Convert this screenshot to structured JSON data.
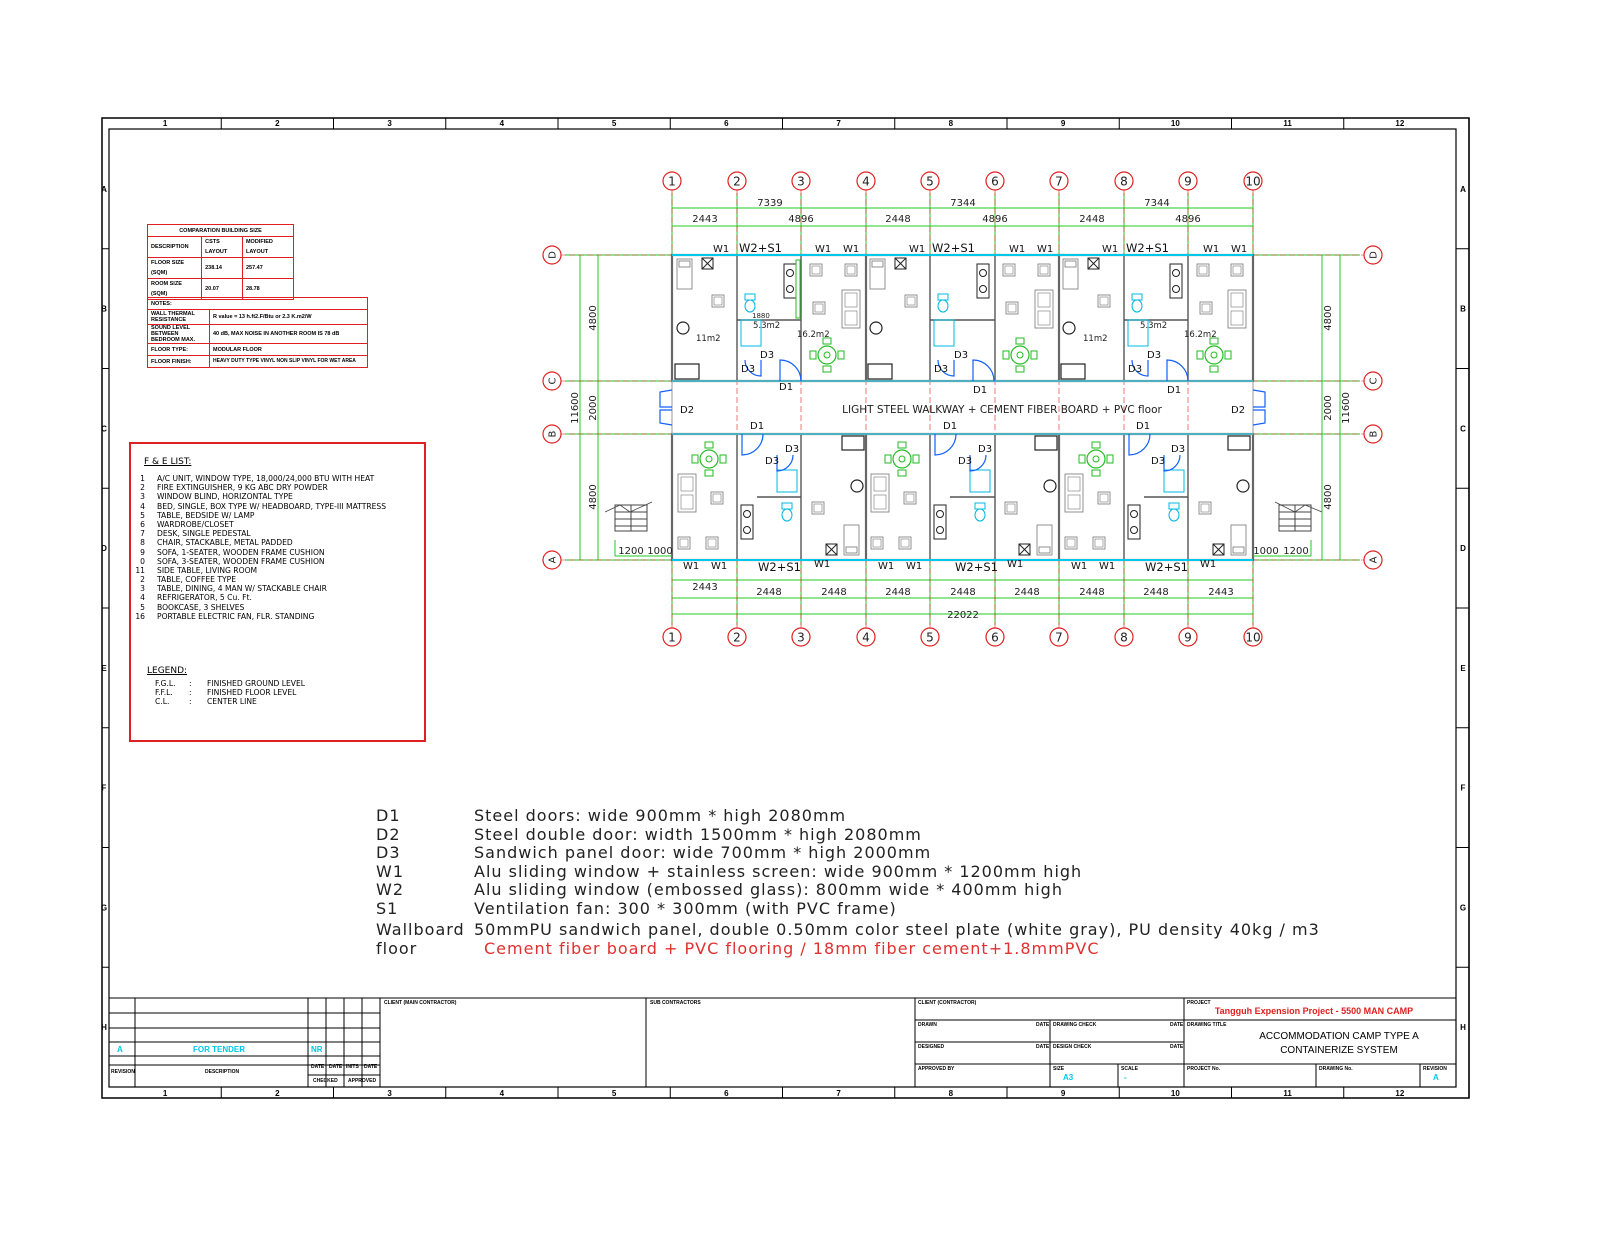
{
  "border": {
    "columns": [
      "1",
      "2",
      "3",
      "4",
      "5",
      "6",
      "7",
      "8",
      "9",
      "10",
      "11",
      "12"
    ],
    "rows": [
      "A",
      "B",
      "C",
      "D",
      "E",
      "F",
      "G",
      "H"
    ]
  },
  "comparation_table": {
    "title": "COMPARATION BUILDING SIZE",
    "headers": [
      "DESCRIPTION",
      "CSTS LAYOUT",
      "MODIFIED LAYOUT"
    ],
    "rows": [
      [
        "FLOOR SIZE (SQM)",
        "238.14",
        "257.47"
      ],
      [
        "ROOM SIZE (SQM)",
        "20.07",
        "28.78"
      ]
    ]
  },
  "notes_table": {
    "title": "NOTES:",
    "rows": [
      [
        "WALL THERMAL RESISTANCE",
        "R value = 13 h.ft2.F/Btu or 2.3 K.m2/W"
      ],
      [
        "SOUND LEVEL BETWEEN BEDROOM MAX.",
        "40 dB, MAX NOISE IN ANOTHER ROOM IS 78 dB"
      ],
      [
        "FLOOR TYPE:",
        "MODULAR FLOOR"
      ],
      [
        "FLOOR FINISH:",
        "HEAVY DUTY TYPE VINYL NON SLIP VINYL FOR WET AREA"
      ]
    ]
  },
  "fe_list": {
    "title": "F & E LIST:",
    "items": [
      {
        "num": "1",
        "text": "A/C UNIT, WINDOW TYPE, 18,000/24,000 BTU WITH HEAT"
      },
      {
        "num": "2",
        "text": "FIRE EXTINGUISHER, 9 KG ABC DRY POWDER"
      },
      {
        "num": "3",
        "text": "WINDOW BLIND, HORIZONTAL TYPE"
      },
      {
        "num": "4",
        "text": "BED, SINGLE, BOX TYPE W/ HEADBOARD, TYPE-III MATTRESS"
      },
      {
        "num": "5",
        "text": "TABLE, BEDSIDE W/ LAMP"
      },
      {
        "num": "6",
        "text": "WARDROBE/CLOSET"
      },
      {
        "num": "7",
        "text": "DESK, SINGLE PEDESTAL"
      },
      {
        "num": "8",
        "text": "CHAIR, STACKABLE, METAL PADDED"
      },
      {
        "num": "9",
        "text": "SOFA, 1-SEATER, WOODEN FRAME CUSHION"
      },
      {
        "num": "0",
        "text": "SOFA, 3-SEATER, WOODEN FRAME CUSHION"
      },
      {
        "num": "11",
        "text": "SIDE TABLE, LIVING ROOM"
      },
      {
        "num": "2",
        "text": "TABLE, COFFEE TYPE"
      },
      {
        "num": "3",
        "text": "TABLE, DINING, 4 MAN W/ STACKABLE CHAIR"
      },
      {
        "num": "4",
        "text": "REFRIGERATOR, 5 Cu. Ft."
      },
      {
        "num": "5",
        "text": "BOOKCASE, 3 SHELVES"
      },
      {
        "num": "16",
        "text": "PORTABLE ELECTRIC FAN, FLR. STANDING"
      }
    ],
    "legend_title": "LEGEND:",
    "legend": [
      {
        "abbr": "F.G.L.",
        "sep": ":",
        "text": "FINISHED GROUND LEVEL"
      },
      {
        "abbr": "F.F.L.",
        "sep": ":",
        "text": "FINISHED FLOOR LEVEL"
      },
      {
        "abbr": "C.L.",
        "sep": ":",
        "text": "CENTER LINE"
      }
    ]
  },
  "plan": {
    "grid_top": [
      "1",
      "2",
      "3",
      "4",
      "5",
      "6",
      "7",
      "8",
      "9",
      "10"
    ],
    "grid_bottom": [
      "1",
      "2",
      "3",
      "4",
      "5",
      "6",
      "7",
      "8",
      "9",
      "10"
    ],
    "grid_left": [
      "D",
      "C",
      "B",
      "A"
    ],
    "grid_right": [
      "D",
      "C",
      "B",
      "A"
    ],
    "dims_top_major": [
      "7339",
      "7344",
      "7344"
    ],
    "dims_top_minor": [
      "2443",
      "4896",
      "2448",
      "4896",
      "2448",
      "4896"
    ],
    "dims_bottom_minor": [
      "2443",
      "2448",
      "2448",
      "2448",
      "2448",
      "2448",
      "2448",
      "2448",
      "2443"
    ],
    "dim_total": "22022",
    "dims_left": [
      "4800",
      "2000",
      "4800"
    ],
    "dim_left_total": "11600",
    "dims_right": [
      "4800",
      "2000",
      "4800"
    ],
    "dim_right_total": "11600",
    "step_left": [
      "1200",
      "1000"
    ],
    "step_right": [
      "1000",
      "1200"
    ],
    "walkway_label": "LIGHT STEEL WALKWAY + CEMENT FIBER BOARD + PVC floor",
    "labels": {
      "w1": "W1",
      "w2s1": "W2+S1",
      "d1": "D1",
      "d2": "D2",
      "d3": "D3",
      "area_room": "11m2",
      "area_bath": "5.3m2",
      "area_living": "16.2m2",
      "bath_dim": "1880"
    }
  },
  "specs": [
    {
      "code": "D1",
      "desc": "Steel doors: wide 900mm * high 2080mm"
    },
    {
      "code": "D2",
      "desc": "Steel double door: width 1500mm * high 2080mm"
    },
    {
      "code": "D3",
      "desc": "Sandwich panel door: wide 700mm * high 2000mm"
    },
    {
      "code": "W1",
      "desc": "Alu sliding window + stainless screen: wide 900mm * 1200mm high"
    },
    {
      "code": "W2",
      "desc": "Alu sliding window (embossed glass): 800mm wide * 400mm high"
    },
    {
      "code": "S1",
      "desc": "Ventilation fan: 300 * 300mm (with PVC frame)"
    },
    {
      "code": "Wallboard",
      "desc": "50mmPU sandwich panel, double 0.50mm color steel plate (white gray), PU density 40kg / m3"
    },
    {
      "code": "floor",
      "desc": "Cement fiber board + PVC flooring / 18mm fiber cement+1.8mmPVC",
      "accent": "#e03030"
    }
  ],
  "title_block": {
    "revision_code": "A",
    "revision_desc": "FOR TENDER",
    "revision_by": "NR",
    "col_revision": "REVISION",
    "col_description": "DESCRIPTION",
    "col_date": "DATE",
    "col_inits": "INITS",
    "col_checked": "CHECKED",
    "col_approved": "APPROVED",
    "client_main": "CLIENT (MAIN CONTRACTOR)",
    "sub_contractors": "SUB CONTRACTORS",
    "client_contractor": "CLIENT (CONTRACTOR)",
    "drawn": "DRAWN",
    "designed": "DESIGNED",
    "approved_by": "APPROVED BY",
    "drawing_check": "DRAWING CHECK",
    "design_check": "DESIGN CHECK",
    "size_label": "SIZE",
    "size": "A3",
    "scale_label": "SCALE",
    "scale": "-",
    "project_label": "PROJECT",
    "project": "Tangguh Expension Project - 5500 MAN CAMP",
    "drawing_title_label": "DRAWING TITLE",
    "drawing_title_1": "ACCOMMODATION CAMP TYPE A",
    "drawing_title_2": "CONTAINERIZE SYSTEM",
    "project_no_label": "PROJECT No.",
    "drawing_no_label": "DRAWING No.",
    "revision_label": "REVISION",
    "revision": "A"
  },
  "colors": {
    "red": "#e02020",
    "green": "#22cc22",
    "cyan": "#00c8e8",
    "blue": "#1060ff",
    "grey": "#8a8a8a",
    "accent_red": "#e03030"
  }
}
